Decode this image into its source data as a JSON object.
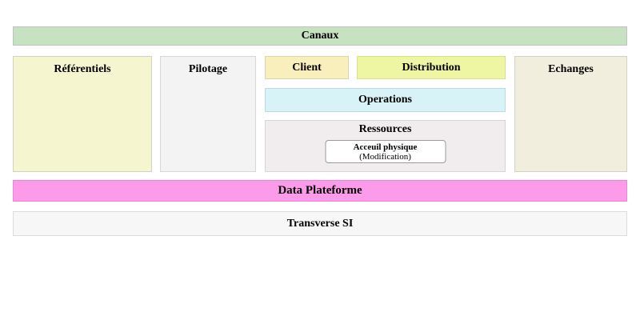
{
  "diagram": {
    "canaux": {
      "label": "Canaux",
      "bg": "#c6e2c1"
    },
    "referentiels": {
      "label": "Référentiels",
      "bg": "#f5f6d0"
    },
    "pilotage": {
      "label": "Pilotage",
      "bg": "#f3f3f3"
    },
    "client": {
      "label": "Client",
      "bg": "#f9efbd"
    },
    "distribution": {
      "label": "Distribution",
      "bg": "#eef6a3"
    },
    "operations": {
      "label": "Operations",
      "bg": "#d8f3f7"
    },
    "ressources": {
      "label": "Ressources",
      "bg": "#f1edee",
      "card": {
        "title": "Acceuil physique",
        "subtitle": "(Modification)",
        "bg": "#ffffff",
        "border": "#9a9a9a"
      }
    },
    "echanges": {
      "label": "Echanges",
      "bg": "#f1eedd"
    },
    "data_plateforme": {
      "label": "Data Plateforme",
      "bg": "#fb9bea"
    },
    "transverse_si": {
      "label": "Transverse SI",
      "bg": "#f7f7f7"
    }
  }
}
